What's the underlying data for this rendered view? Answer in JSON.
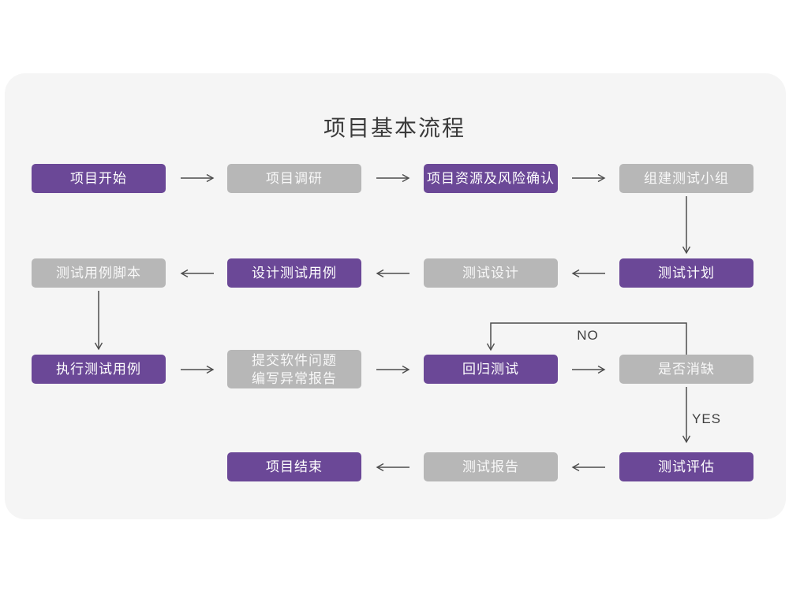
{
  "title": "项目基本流程",
  "colors": {
    "node_purple": "#6B4897",
    "node_gray": "#B7B7B7",
    "card_background": "#F5F5F5",
    "page_background": "#FFFFFF",
    "arrow": "#4D4D4D",
    "title_text": "#3A3A3A",
    "node_text": "#FFFFFF"
  },
  "nodes": {
    "project_start": "项目开始",
    "project_research": "项目调研",
    "resource_risk_confirm": "项目资源及风险确认",
    "build_test_team": "组建测试小组",
    "test_case_script": "测试用例脚本",
    "design_test_case": "设计测试用例",
    "test_design": "测试设计",
    "test_plan": "测试计划",
    "execute_test_case": "执行测试用例",
    "submit_issue_report": "提交软件问题\n编写异常报告",
    "regression_test": "回归测试",
    "defect_cleared": "是否消缺",
    "project_end": "项目结束",
    "test_report": "测试报告",
    "test_evaluation": "测试评估"
  },
  "edge_labels": {
    "no": "NO",
    "yes": "YES"
  }
}
